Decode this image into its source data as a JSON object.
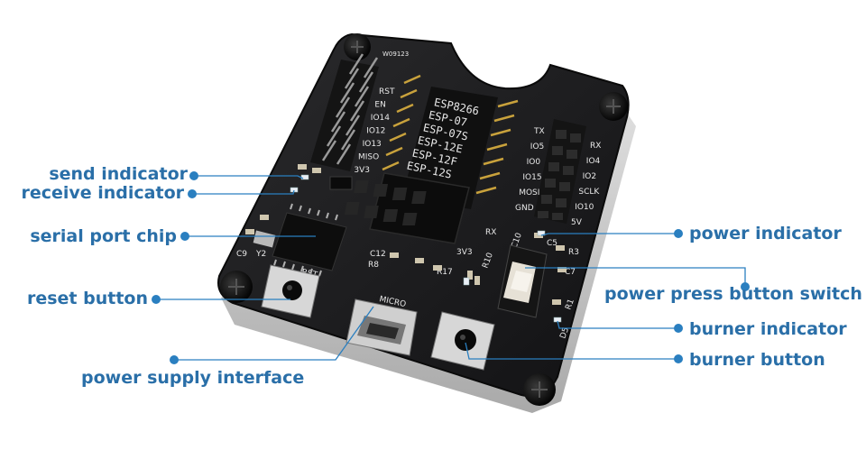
{
  "board": {
    "chip_text": [
      "ESP8266",
      "ESP-07",
      "ESP-07S",
      "ESP-12E",
      "ESP-12F",
      "ESP-12S"
    ],
    "silk_left": [
      "RST",
      "EN",
      "IO14",
      "IO12",
      "IO13",
      "MISO",
      "3V3"
    ],
    "silk_right_inner": [
      "TX",
      "IO5",
      "IO0",
      "IO15",
      "MOSI",
      "GND"
    ],
    "silk_right_outer": [
      "RX",
      "IO4",
      "IO2",
      "SCLK",
      "IO10",
      "5V"
    ],
    "silk_misc": {
      "top_code": "W09123",
      "rx": "RX",
      "v33": "3V3",
      "micro": "MICRO",
      "rst": "RST",
      "c12": "C12",
      "r8": "R8",
      "r17": "R17",
      "c9": "C9",
      "y2": "Y2",
      "c5": "C5",
      "r3": "R3",
      "c7": "C7",
      "r1": "R1",
      "d5": "D5",
      "r10": "R10",
      "c10": "C10"
    }
  },
  "labels": {
    "send_indicator": "send  indicator",
    "receive_indicator": "receive indicator",
    "serial_port_chip": "serial port chip",
    "reset_button": "reset  button",
    "power_supply_interface": "power supply interface",
    "power_indicator": "power indicator",
    "power_press_button_switch": "power press  button  switch",
    "burner_indicator": "burner indicator",
    "burner_button": "burner button"
  },
  "colors": {
    "label_text": "#2a6fa8",
    "leader_line": "#2a7fc0",
    "board_pcb": "#1c1c1e",
    "silkscreen": "#e8e8e8",
    "header_black": "#141414",
    "gold_pin": "#c9a23c"
  }
}
